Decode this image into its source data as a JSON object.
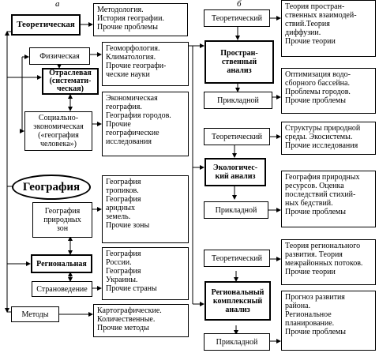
{
  "column_labels": [
    "a",
    "б"
  ],
  "left": {
    "theoretical": {
      "label": "Теоретическая",
      "desc": [
        "Методология.",
        "История географии.",
        "Прочие проблемы"
      ]
    },
    "physical": {
      "label": "Физическая",
      "desc": [
        "Геоморфология.",
        "Климатология.",
        "Прочие географи-",
        "ческие науки"
      ]
    },
    "branch": {
      "label": [
        "Отраслевая",
        "(системати-",
        "ческая)"
      ]
    },
    "socio": {
      "label": [
        "Социально-",
        "экономическая",
        "(«география",
        "человека»)"
      ],
      "desc": [
        "Экономическая",
        "география.",
        "География городов.",
        "Прочие",
        "географические",
        "исследования"
      ]
    },
    "geography": {
      "label": "География"
    },
    "natural_zones": {
      "label": [
        "География",
        "природных",
        "зон"
      ],
      "desc": [
        "География",
        "тропиков.",
        "География",
        "аридных",
        "земель.",
        "Прочие зоны"
      ]
    },
    "regional": {
      "label": "Региональная"
    },
    "country_studies": {
      "label": "Страноведение",
      "desc": [
        "География",
        "России.",
        "География",
        "Украины.",
        "Прочие страны"
      ]
    },
    "methods": {
      "label": "Методы",
      "desc": [
        "Картографические.",
        "Количественные.",
        "Прочие методы"
      ]
    }
  },
  "right": {
    "spatial": {
      "label": [
        "Простран-",
        "ственный",
        "анализ"
      ],
      "theory_label": "Теоретический",
      "theory_desc": [
        "Теория простран-",
        "ственных взаимодей-",
        "ствий.Теория",
        "диффузии.",
        "Прочие теории"
      ],
      "applied_label": "Прикладной",
      "applied_desc": [
        "Оптимизация водо-",
        "сборного бассейна.",
        "Проблемы городов.",
        "Прочие проблемы"
      ]
    },
    "ecological": {
      "label": [
        "Экологичес-",
        "кий анализ"
      ],
      "theory_label": "Теоретический",
      "theory_desc": [
        "Структуры природной",
        "среды. Экосистемы.",
        "Прочие исследования"
      ],
      "applied_label": "Прикладной",
      "applied_desc": [
        "География природных",
        "ресурсов. Оценка",
        "последствий стихий-",
        "ных бедствий.",
        "Прочие проблемы"
      ]
    },
    "regional_complex": {
      "label": [
        "Региональный",
        "комплексный",
        "анализ"
      ],
      "theory_label": "Теоретический",
      "theory_desc": [
        "Теория регионального",
        "развития. Теория",
        "межрайонных потоков.",
        "Прочие теории"
      ],
      "applied_label": "Прикладной",
      "applied_desc": [
        "Прогноз развития",
        "района.",
        "Региональное",
        "планирование.",
        "Прочие проблемы"
      ]
    }
  }
}
